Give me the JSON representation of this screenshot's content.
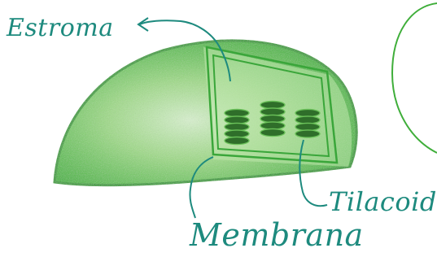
{
  "diagram": {
    "labels": {
      "estroma": "Estroma",
      "membrana": "Membrana",
      "tilacoide": "Tilacoide"
    },
    "colors": {
      "chloroplast_fill": "#4cbf3a",
      "chloroplast_light": "#c9ecb9",
      "chloroplast_edge": "#2f9e2b",
      "membrane_line": "#3aa63a",
      "thylakoid_fill": "#2f6e2a",
      "thylakoid_ring": "#6bc25a",
      "ink": "#1d8a7e"
    }
  }
}
